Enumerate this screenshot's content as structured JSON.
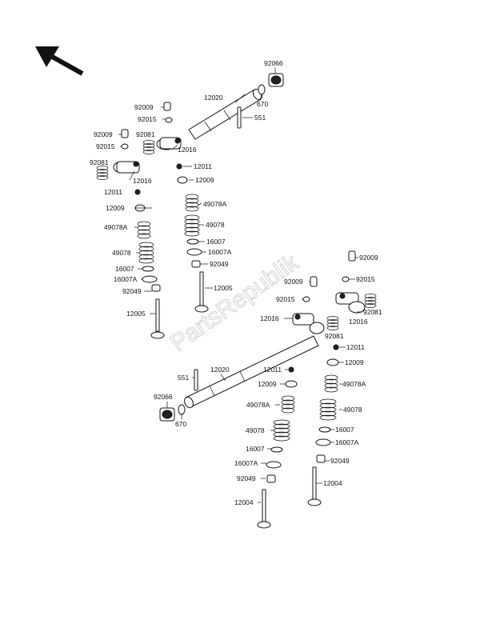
{
  "watermark": "PartsRepublik",
  "labels": {
    "p92066_a": "92066",
    "p12020_a": "12020",
    "p670_a": "670",
    "p551_a": "551",
    "p92009_a": "92009",
    "p92015_a": "92015",
    "p92009_b": "92009",
    "p92081_a": "92081",
    "p92015_b": "92015",
    "p12016_a": "12016",
    "p92081_b": "92081",
    "p12016_b": "12016",
    "p12011_a": "12011",
    "p12009_a": "12009",
    "p12011_b": "12011",
    "p12009_b": "12009",
    "p49078A_a": "49078A",
    "p49078_a": "49078",
    "p49078A_b": "49078A",
    "p16007_a": "16007",
    "p49078_b": "49078",
    "p16007A_a": "16007A",
    "p92049_a": "92049",
    "p16007_b": "16007",
    "p16007A_b": "16007A",
    "p12005_a": "12005",
    "p92049_b": "92049",
    "p12005_b": "12005",
    "p92009_c": "92009",
    "p92009_d": "92009",
    "p92015_c": "92015",
    "p92015_d": "92015",
    "p92081_c": "92081",
    "p12016_c": "12016",
    "p12016_d": "12016",
    "p92081_d": "92081",
    "p12011_c": "12011",
    "p12009_c": "12009",
    "p551_b": "551",
    "p12020_b": "12020",
    "p12011_d": "12011",
    "p12009_d": "12009",
    "p49078A_c": "49078A",
    "p92066_b": "92066",
    "p49078A_d": "49078A",
    "p49078_c": "49078",
    "p670_b": "670",
    "p49078_d": "49078",
    "p16007_c": "16007",
    "p16007_d": "16007",
    "p16007A_c": "16007A",
    "p16007A_d": "16007A",
    "p92049_c": "92049",
    "p92049_d": "92049",
    "p12004_a": "12004",
    "p12004_b": "12004"
  }
}
